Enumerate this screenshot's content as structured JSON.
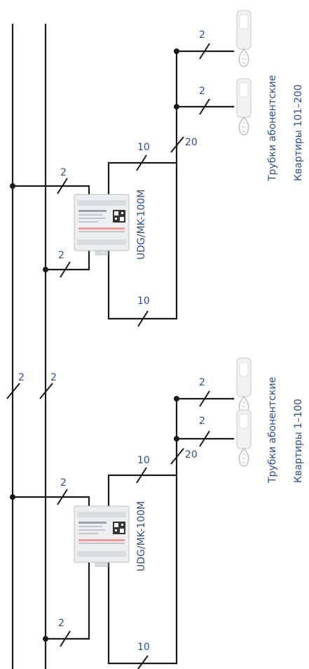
{
  "diagram": {
    "wire_count_labels": {
      "riser": "2",
      "module_in": "2",
      "module_return": "2",
      "module_out": "10",
      "module_loop": "10",
      "branch": "20",
      "handset": "2"
    },
    "groups": [
      {
        "module_model": "UDG/MK-100M",
        "handsets_title": "Трубки абонентские",
        "apartments": "Квартиры 101–200"
      },
      {
        "module_model": "UDG/MK-100M",
        "handsets_title": "Трубки абонентские",
        "apartments": "Квартиры 1–100"
      }
    ],
    "colors": {
      "wire": "#1a1a1a",
      "text": "#2b4e9b",
      "module_body": "#eceef0",
      "terminal": "#7e8a93",
      "handset_body": "#f2f2f2"
    },
    "icons": [
      "module-icon",
      "handset-icon",
      "qr-code-icon"
    ]
  }
}
